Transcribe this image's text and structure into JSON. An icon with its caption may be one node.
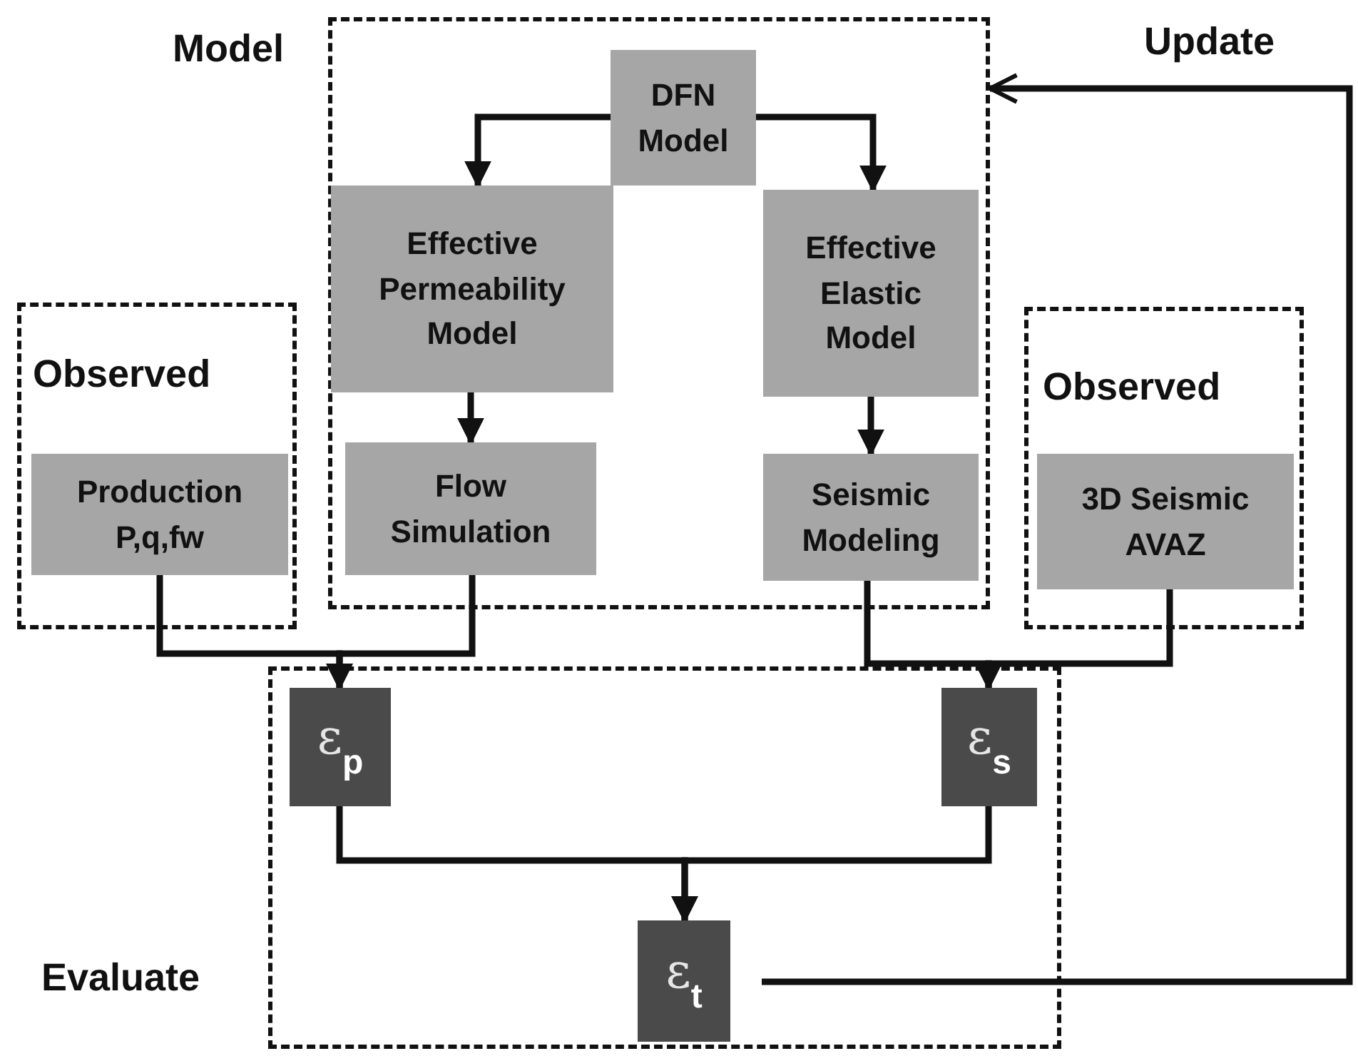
{
  "diagram": {
    "nodes": [
      {
        "text": [
          "Model"
        ]
      },
      {
        "text": [
          "DFN Model"
        ],
        "in": 0
      },
      {
        "text": [
          "Effective Permeability Model"
        ],
        "in": 0
      },
      {
        "text": [
          "Effective Elastic Model"
        ],
        "in": 0
      },
      {
        "text": [
          "Flow Simulation"
        ],
        "in": 0
      },
      {
        "text": [
          "Seismic Modeling"
        ],
        "in": 0
      },
      {
        "text": [
          "Observed"
        ]
      },
      {
        "text": [
          "Production P,q,fw"
        ],
        "in": 6
      },
      {
        "text": [
          "Observed"
        ]
      },
      {
        "text": [
          "3D Seismic AVAZ"
        ],
        "in": 8
      },
      {
        "text": [
          "Evaluate"
        ]
      },
      {
        "text": [
          "ε$_{p}$"
        ],
        "in": 10
      },
      {
        "text": [
          "ε$_{s}$"
        ],
        "in": 10
      },
      {
        "text": [
          "ε$_{t}$"
        ],
        "in": 10
      }
    ],
    "edges": [
      {
        "from": 1,
        "to": 2,
        "arrow": "to"
      },
      {
        "from": 1,
        "to": 3,
        "arrow": "to"
      },
      {
        "from": 2,
        "to": 4,
        "arrow": "to"
      },
      {
        "from": 3,
        "to": 5,
        "arrow": "to"
      },
      {
        "from": 7,
        "to": 11,
        "arrow": "to"
      },
      {
        "from": 4,
        "to": 11,
        "arrow": "to"
      },
      {
        "from": 5,
        "to": 12,
        "arrow": "to"
      },
      {
        "from": 9,
        "to": 12,
        "arrow": "to"
      },
      {
        "from": 11,
        "to": 13,
        "arrow": "to"
      },
      {
        "from": 12,
        "to": 13,
        "arrow": "to"
      },
      {
        "from": 13,
        "to": 0,
        "arrow": "to",
        "label": "Update"
      }
    ]
  }
}
